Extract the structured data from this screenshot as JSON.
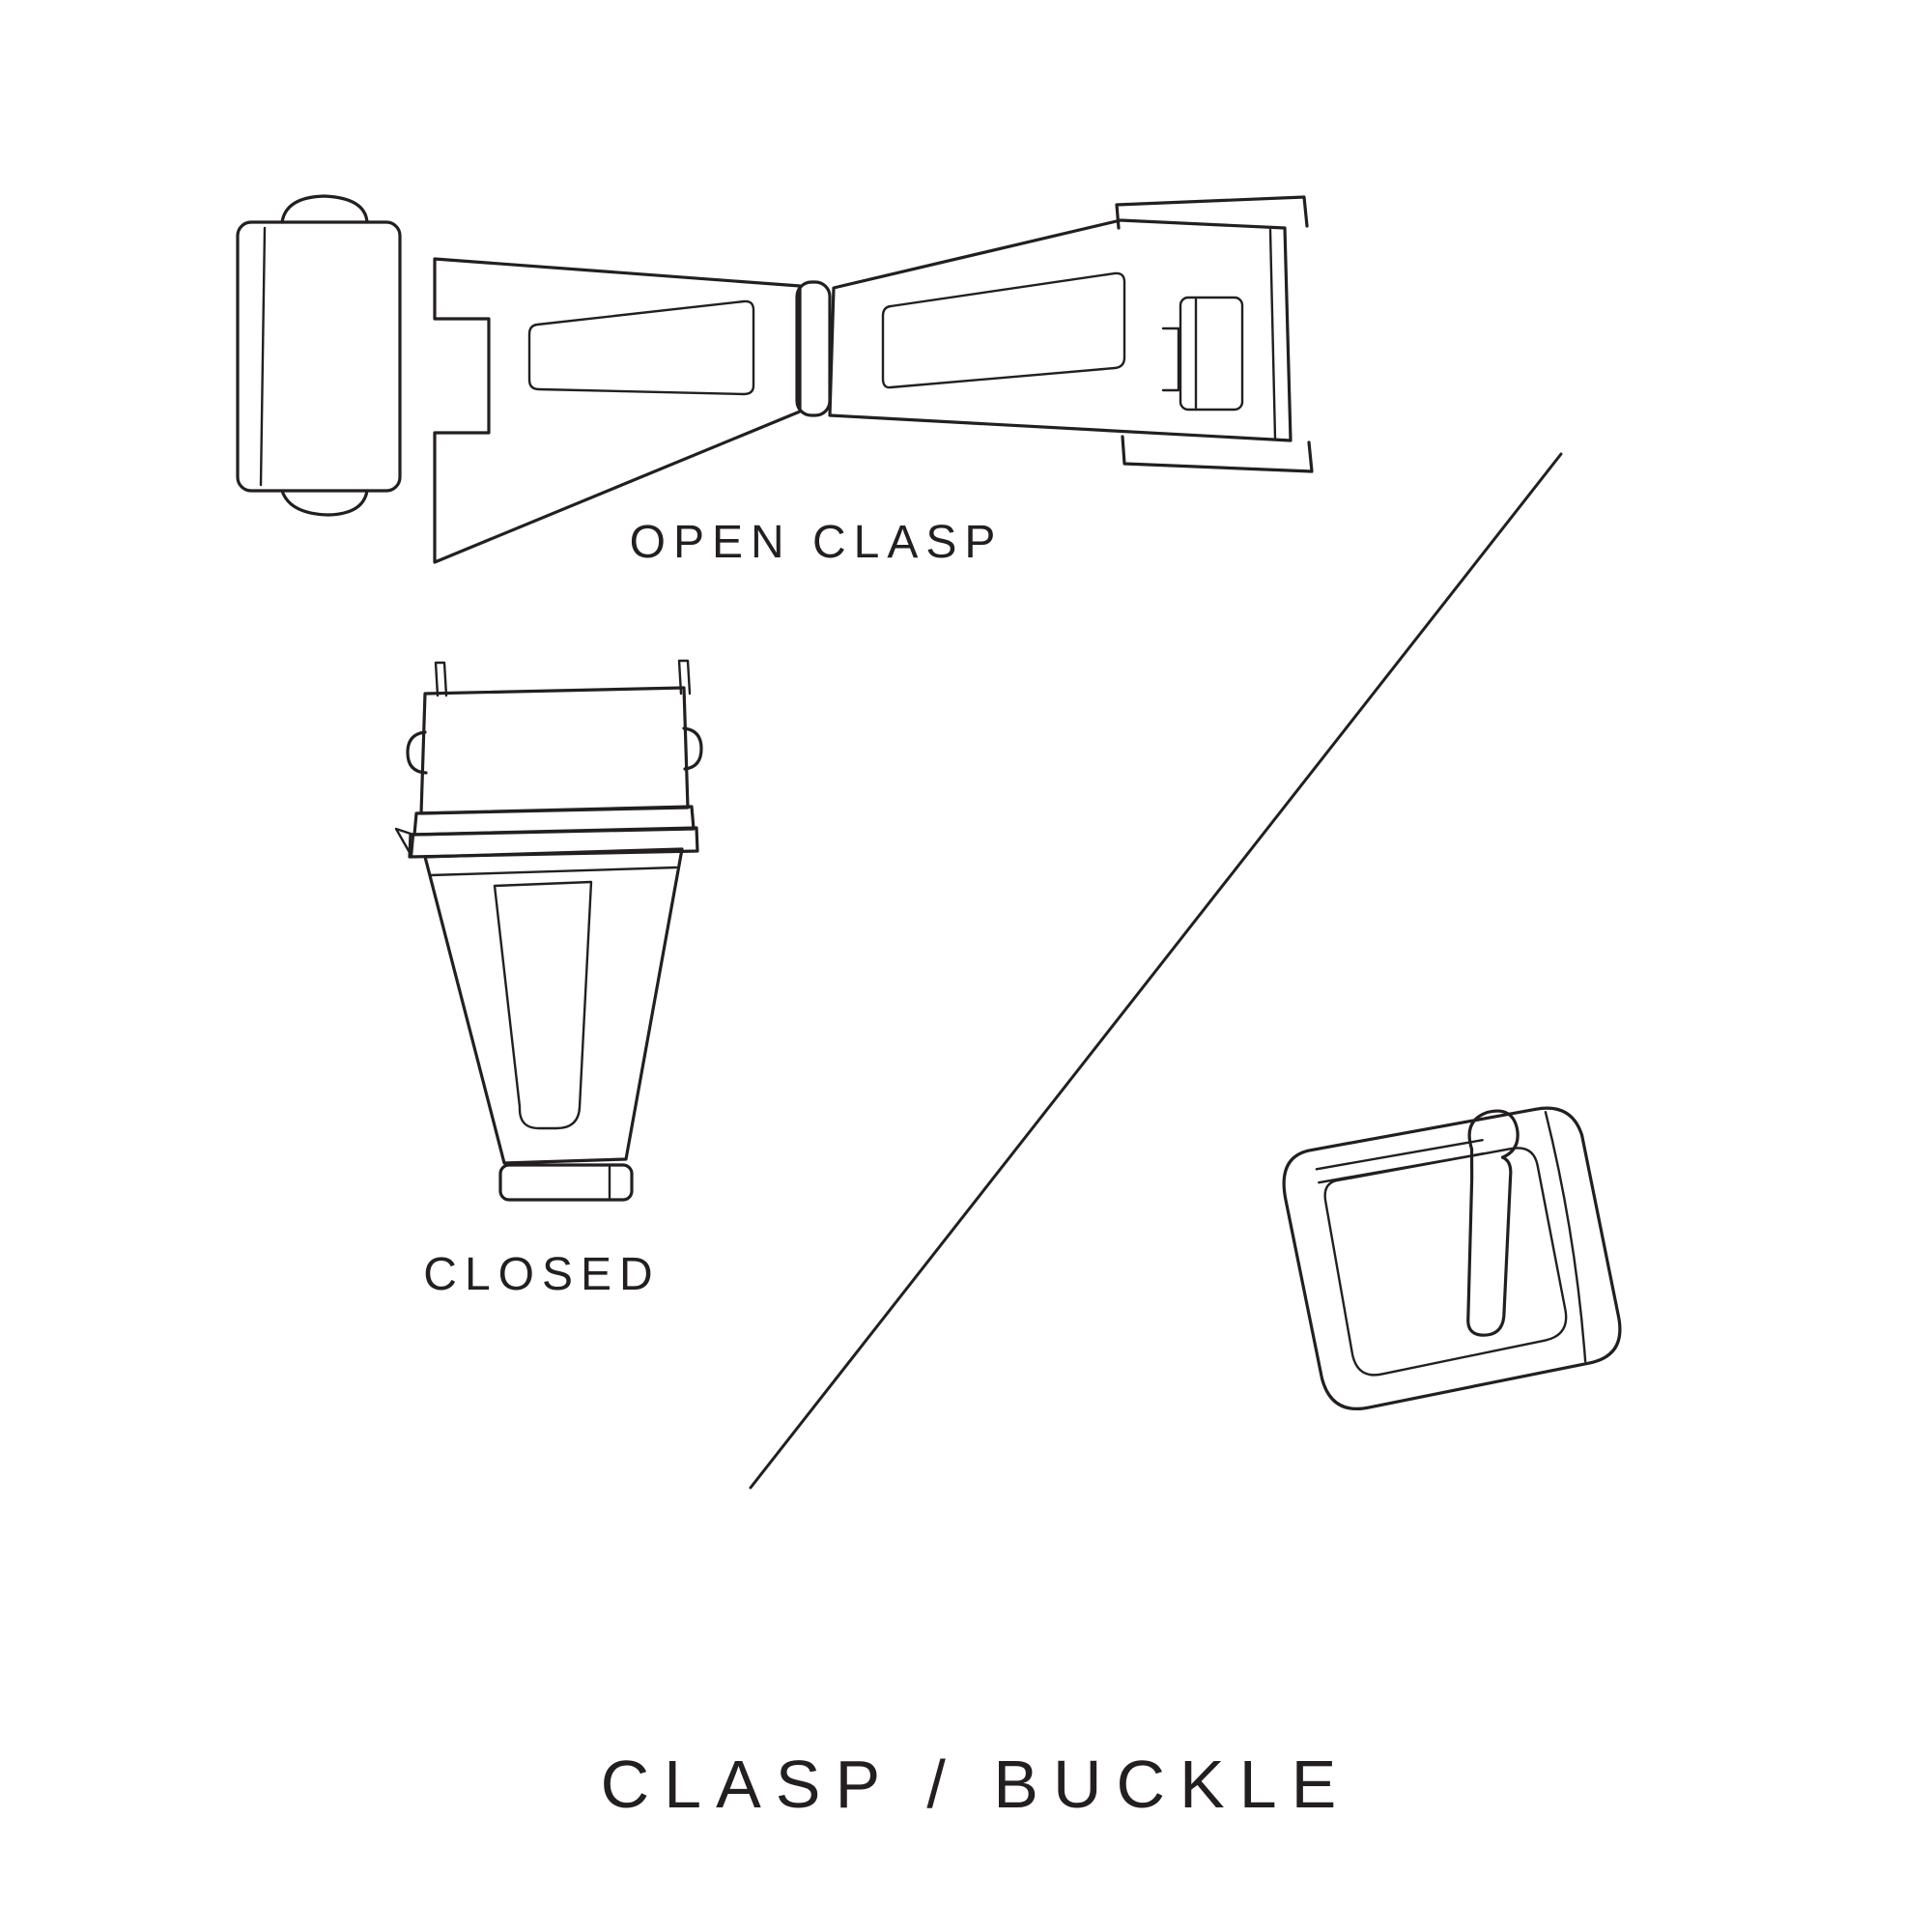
{
  "page": {
    "background_color": "#ffffff",
    "line_color": "#231f20",
    "text_color": "#231f20"
  },
  "figures": {
    "open_clasp": {
      "label": "OPEN CLASP",
      "icon": "open-clasp-illustration"
    },
    "closed_clasp": {
      "label": "CLOSED",
      "icon": "closed-clasp-illustration"
    },
    "buckle": {
      "icon": "tang-buckle-illustration"
    }
  },
  "title": "CLASP / BUCKLE"
}
